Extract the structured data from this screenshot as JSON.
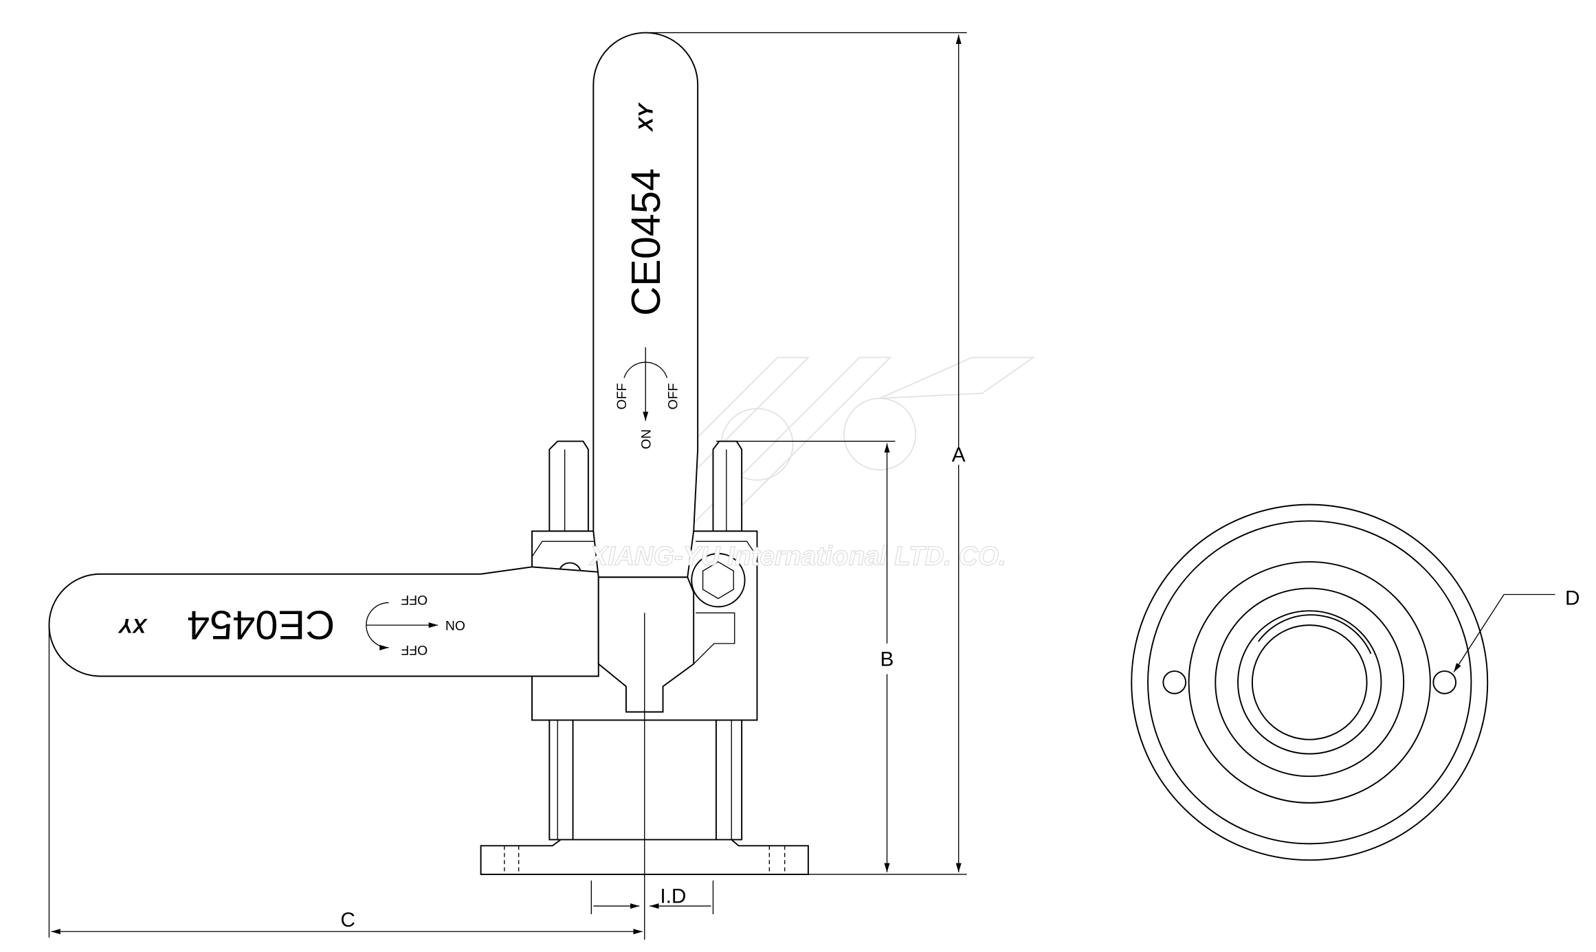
{
  "drawing": {
    "handle_marking": "CE0454",
    "on_label": "ON",
    "off_label": "OFF",
    "watermark": "XIANG-YU International LTD. CO.",
    "logo": "XY",
    "dimensions": {
      "a": "A",
      "b": "B",
      "c": "C",
      "d": "D",
      "id": "I.D"
    },
    "line_color": "#000000",
    "watermark_color": "#dddddd"
  }
}
